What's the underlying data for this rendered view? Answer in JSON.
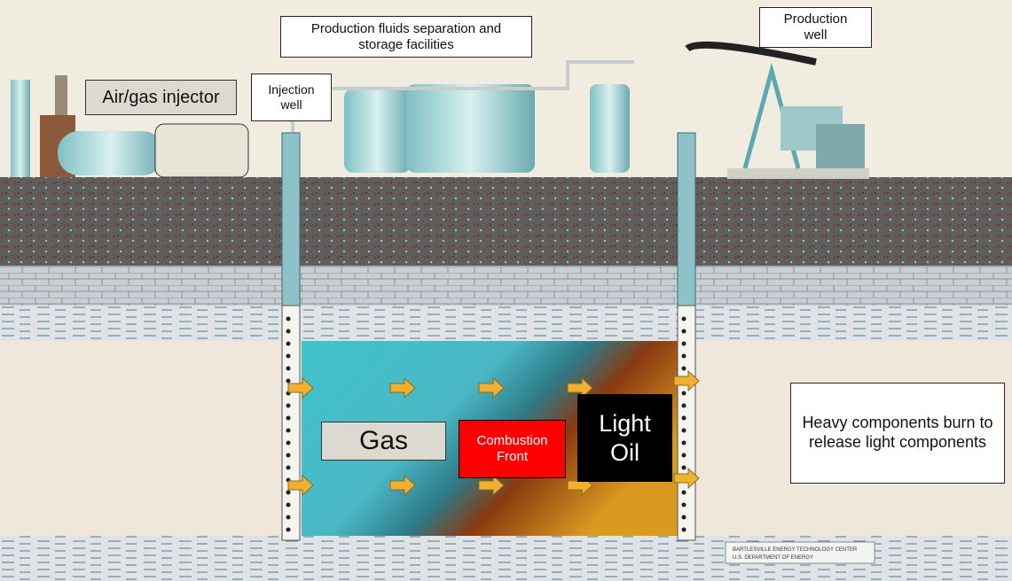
{
  "labels": {
    "production_facilities": "Production fluids separation and storage facilities",
    "production_well": "Production well",
    "air_gas_injector": "Air/gas injector",
    "injection_well": "Injection well",
    "gas": "Gas",
    "combustion_front": "Combustion Front",
    "light_oil": "Light Oil",
    "heavy_components": "Heavy components burn to release light components"
  },
  "credit": {
    "line1": "BARTLESVILLE ENERGY TECHNOLOGY CENTER",
    "line2": "U.S. DEPARTMENT OF ENERGY"
  },
  "colors": {
    "gas_zone": "#3fc0c8",
    "combustion_front": "#ff0000",
    "light_oil": "#000000",
    "flow_arrow": "#f0b030"
  }
}
